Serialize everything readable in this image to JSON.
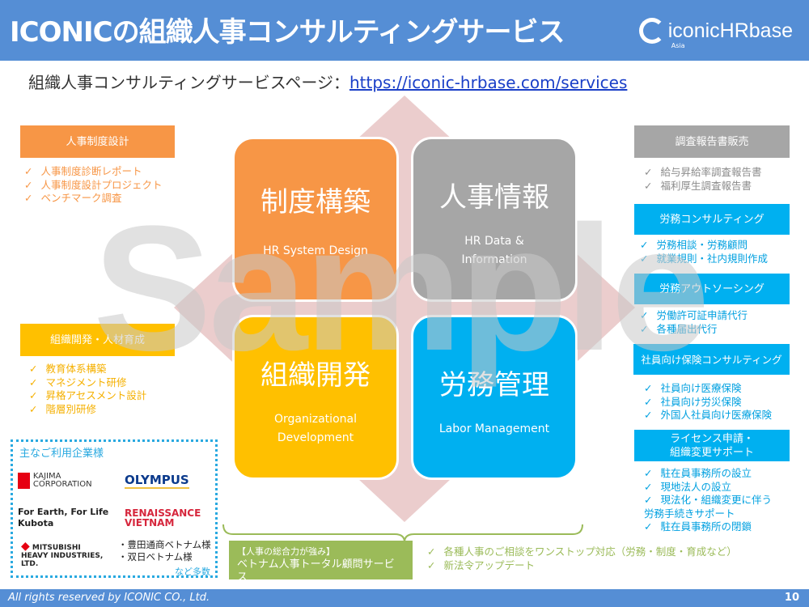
{
  "header": {
    "title": "ICONICの組織人事コンサルティングサービス",
    "logo": "iconicHRbase",
    "logo_sub": "Asia"
  },
  "subtitle": {
    "label": "組織人事コンサルティングサービスページ：",
    "link": "https://iconic-hrbase.com/services"
  },
  "quadrants": [
    {
      "title": "制度構築",
      "en": "HR System Design",
      "color": "#f79646"
    },
    {
      "title": "人事情報",
      "en": "HR Data & Information",
      "color": "#a6a6a6"
    },
    {
      "title": "組織開発",
      "en": "Organizational Development",
      "color": "#ffc000"
    },
    {
      "title": "労務管理",
      "en": "Labor Management",
      "color": "#00b0f0"
    }
  ],
  "left": [
    {
      "header": "人事制度設計",
      "items": [
        "人事制度診断レポート",
        "人事制度設計プロジェクト",
        "ベンチマーク調査"
      ]
    },
    {
      "header": "組織開発・人材育成",
      "items": [
        "教育体系構築",
        "マネジメント研修",
        "昇格アセスメント設計",
        "階層別研修"
      ]
    }
  ],
  "right": [
    {
      "header": "調査報告書販売",
      "items": [
        "給与昇給率調査報告書",
        "福利厚生調査報告書"
      ]
    },
    {
      "header": "労務コンサルティング",
      "items": [
        "労務相談・労務顧問",
        "就業規則・社内規則作成"
      ]
    },
    {
      "header": "労務アウトソーシング",
      "items": [
        "労働許可証申請代行",
        "各種届出代行"
      ]
    },
    {
      "header": "社員向け保険コンサルティング",
      "items": [
        "社員向け医療保険",
        "社員向け労災保険",
        "外国人社員向け医療保険"
      ]
    },
    {
      "header": "ライセンス申請・\n組織変更サポート",
      "items": [
        "駐在員事務所の設立",
        "現地法人の設立",
        "現法化・組織変更に伴う\n労務手続きサポート",
        "駐在員事務所の閉鎖"
      ]
    }
  ],
  "clients": {
    "title": "主なご利用企業様",
    "logos": [
      "KAJIMA CORPORATION",
      "OLYMPUS",
      "For Earth, For Life Kubota",
      "RENAISSANCE VIETNAM",
      "MITSUBISHI HEAVY INDUSTRIES, LTD."
    ],
    "others": [
      "・豊田通商ベトナム様",
      "・双日ベトナム様"
    ],
    "more": "など多数"
  },
  "total": {
    "tag": "【人事の総合力が強み】",
    "name": "ベトナム人事トータル顧問サービス",
    "points": [
      "各種人事のご相談をワンストップ対応（労務・制度・育成など）",
      "新法令アップデート"
    ]
  },
  "watermark": "Sample",
  "footer": {
    "copyright": "All rights reserved by ICONIC CO., Ltd.",
    "page": "10"
  },
  "colors": {
    "header": "#558ed5",
    "orange": "#f79646",
    "yellow": "#ffc000",
    "gray": "#a6a6a6",
    "blue": "#00b0f0",
    "green": "#9bbb59"
  }
}
